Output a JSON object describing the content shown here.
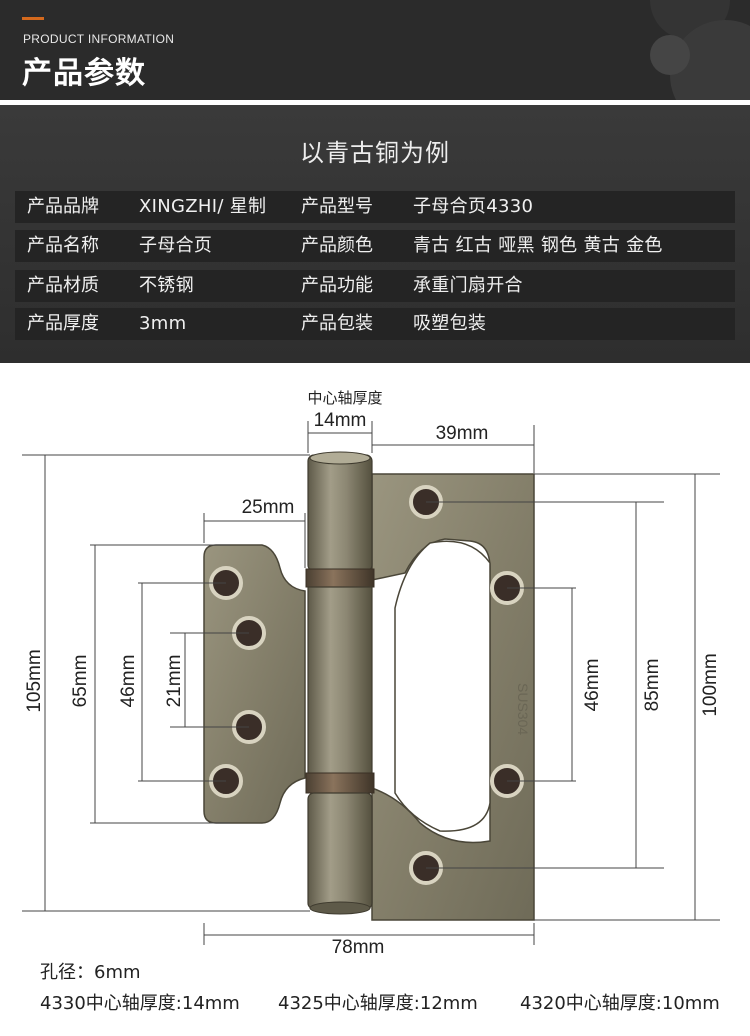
{
  "header": {
    "en_title": "PRODUCT INFORMATION",
    "cn_title": "产品参数"
  },
  "specs": {
    "title": "以青古铜为例",
    "rows": [
      [
        "产品品牌",
        "XINGZHI/ 星制",
        "产品型号",
        "子母合页4330"
      ],
      [
        "产品名称",
        "子母合页",
        "产品颜色",
        "青古 红古 哑黑 钢色 黄古 金色"
      ],
      [
        "产品材质",
        "不锈钢",
        "产品功能",
        "承重门扇开合"
      ],
      [
        "产品厚度",
        "3mm",
        "产品包装",
        "吸塑包装"
      ]
    ]
  },
  "diagram": {
    "axis_label": "中心轴厚度",
    "dims": {
      "axis": "14mm",
      "right_width": "39mm",
      "left_width": "25mm",
      "height_total": "105mm",
      "left_outer": "65mm",
      "left_mid": "46mm",
      "left_inner": "21mm",
      "right_inner": "46mm",
      "right_mid": "85mm",
      "right_outer": "100mm",
      "width_total": "78mm"
    },
    "stamp_right": "SUS304"
  },
  "footer": {
    "hole": "孔径：6mm",
    "notes": [
      "4330中心轴厚度:14mm",
      "4325中心轴厚度:12mm",
      "4320中心轴厚度:10mm"
    ]
  },
  "colors": {
    "header_bg": "#2b2b2b",
    "accent": "#d4691d",
    "spec_bg": "#333333",
    "row_bg": "#242424",
    "hinge": "#8a8570"
  }
}
